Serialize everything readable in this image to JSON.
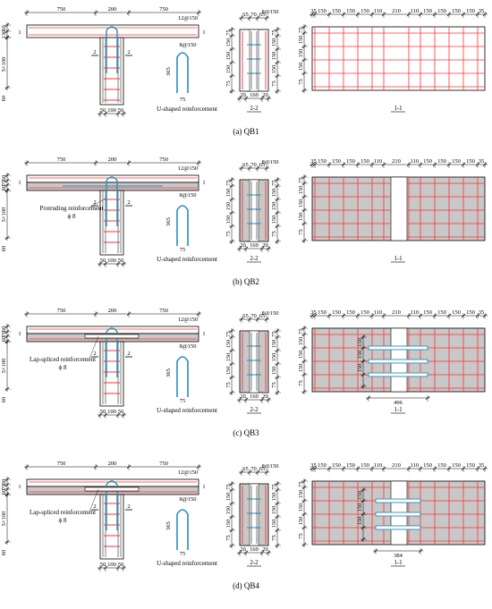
{
  "dims": {
    "top": [
      "750",
      "200",
      "750"
    ],
    "flange_a": [
      "60",
      "130"
    ],
    "flange_b": [
      "60",
      "70",
      "60"
    ],
    "web_side": "5×100",
    "web_bottom": "60",
    "web_base": [
      "50",
      "100",
      "50"
    ],
    "u_height": "365",
    "u_width": "75",
    "top_bar": "12@150",
    "bot_bar": "8@150",
    "sec_top": [
      "65",
      "70",
      "65"
    ],
    "sec_top_right": "8@150",
    "sec_side": [
      "75",
      "150",
      "150",
      "150",
      "75"
    ],
    "sec_base": [
      "20",
      "160",
      "20"
    ],
    "plan_top": [
      "35",
      "150",
      "150",
      "150",
      "150",
      "110",
      "210",
      "110",
      "150",
      "150",
      "150",
      "150",
      "35"
    ],
    "plan_side": [
      "75",
      "150",
      "150",
      "150",
      "75"
    ],
    "plan_side_lap": [
      "150",
      "150",
      "150"
    ],
    "lap_len_c": "496",
    "lap_len_d": "384"
  },
  "labels": {
    "section_mark": "1",
    "cut_mark": "2",
    "u_shaped": "U-shaped reinforcement",
    "protruding": "Protruding reinforcement",
    "lap_spliced": "Lap-spliced reinforcement",
    "phi8": "ϕ 8",
    "sec_2_2": "2-2",
    "sec_1_1": "1-1"
  },
  "captions": {
    "a": "(a) QB1",
    "b": "(b) QB2",
    "c": "(c) QB3",
    "d": "(d) QB4"
  },
  "colors": {
    "rebar_red": "#ff3030",
    "u_bar_blue": "#2a8fb5",
    "concrete_grey": "#c8c8c8",
    "line": "#000000"
  }
}
